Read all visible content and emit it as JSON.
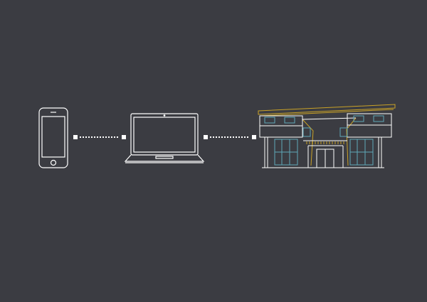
{
  "diagram": {
    "nodes": [
      {
        "id": "phone",
        "icon": "smartphone-icon"
      },
      {
        "id": "laptop",
        "icon": "laptop-icon"
      },
      {
        "id": "building",
        "icon": "building-icon"
      }
    ],
    "connections": [
      {
        "from": "phone",
        "to": "laptop",
        "style": "dotted"
      },
      {
        "from": "laptop",
        "to": "building",
        "style": "dotted"
      }
    ]
  },
  "colors": {
    "background": "#3b3c42",
    "line": "#ffffff",
    "roof_accent": "#c9a227",
    "glass_accent": "#5fa8b8"
  }
}
